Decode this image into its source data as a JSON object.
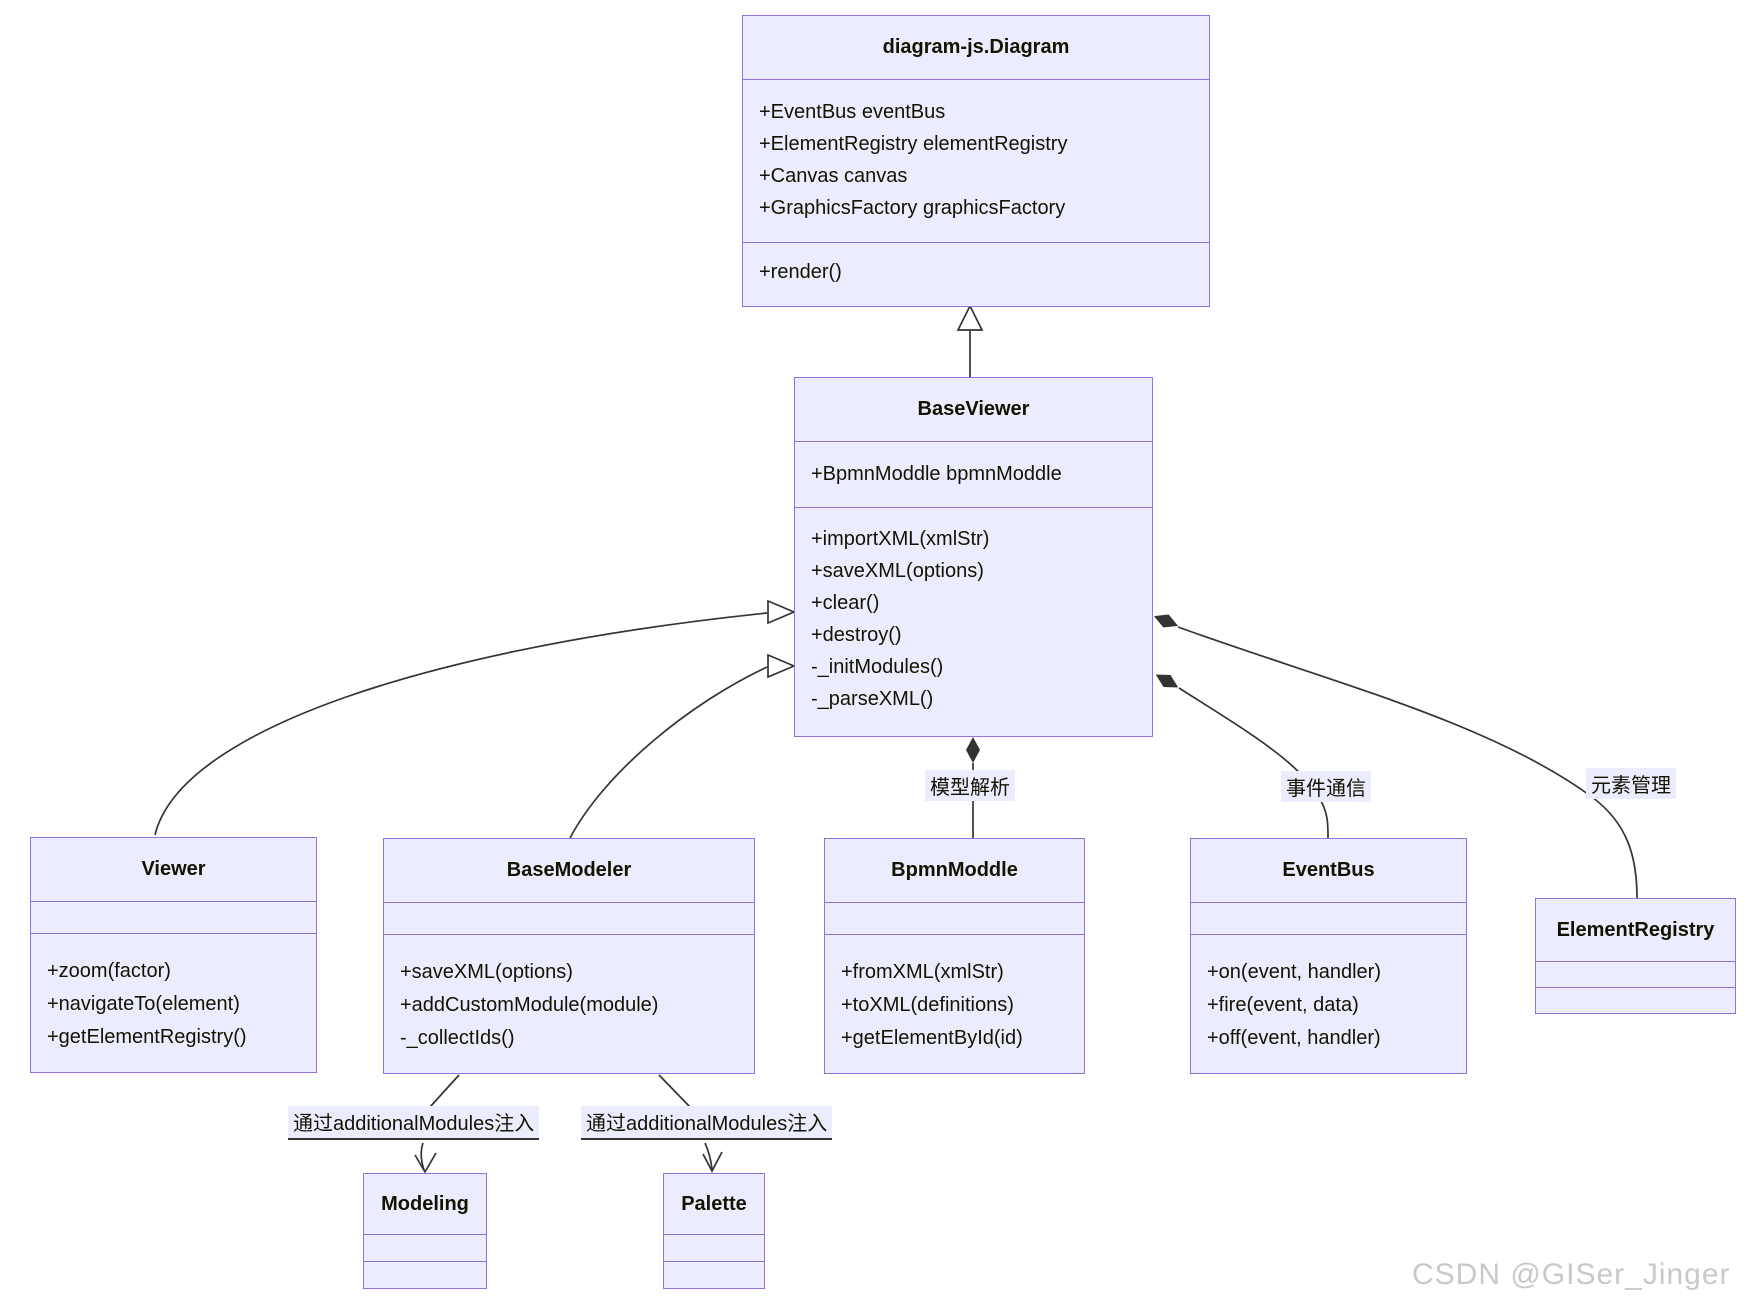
{
  "colors": {
    "box_fill": "#ECECFF",
    "box_border": "#9370DB",
    "line": "#333333",
    "label_bg": "#ECECFF",
    "watermark_text_color": "#C9C9C9"
  },
  "classes": {
    "diagram": {
      "title": "diagram-js.Diagram",
      "attributes": [
        "+EventBus eventBus",
        "+ElementRegistry elementRegistry",
        "+Canvas canvas",
        "+GraphicsFactory graphicsFactory"
      ],
      "methods": [
        "+render()"
      ]
    },
    "baseViewer": {
      "title": "BaseViewer",
      "attributes": [
        "+BpmnModdle bpmnModdle"
      ],
      "methods": [
        "+importXML(xmlStr)",
        "+saveXML(options)",
        "+clear()",
        "+destroy()",
        "-_initModules()",
        "-_parseXML()"
      ]
    },
    "viewer": {
      "title": "Viewer",
      "attributes": [],
      "methods": [
        "+zoom(factor)",
        "+navigateTo(element)",
        "+getElementRegistry()"
      ]
    },
    "baseModeler": {
      "title": "BaseModeler",
      "attributes": [],
      "methods": [
        "+saveXML(options)",
        "+addCustomModule(module)",
        "-_collectIds()"
      ]
    },
    "bpmnModdle": {
      "title": "BpmnModdle",
      "attributes": [],
      "methods": [
        "+fromXML(xmlStr)",
        "+toXML(definitions)",
        "+getElementById(id)"
      ]
    },
    "eventBus": {
      "title": "EventBus",
      "attributes": [],
      "methods": [
        "+on(event, handler)",
        "+fire(event, data)",
        "+off(event, handler)"
      ]
    },
    "elementRegistry": {
      "title": "ElementRegistry",
      "attributes": [],
      "methods": []
    },
    "modeling": {
      "title": "Modeling",
      "attributes": [],
      "methods": []
    },
    "palette": {
      "title": "Palette",
      "attributes": [],
      "methods": []
    }
  },
  "edge_labels": {
    "model_parsing": "模型解析",
    "event_communication": "事件通信",
    "element_management": "元素管理",
    "inject_modules": "通过additionalModules注入"
  },
  "watermark": "CSDN @GISer_Jinger"
}
